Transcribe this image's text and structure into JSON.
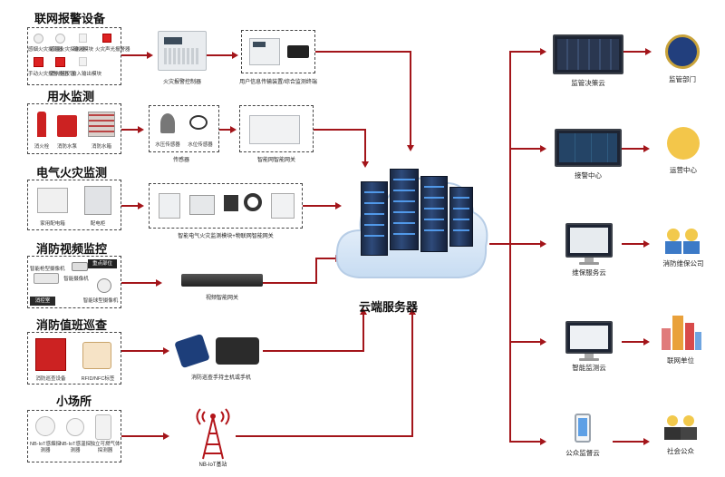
{
  "sections": {
    "alarm": {
      "title": "联网报警设备",
      "devices": [
        "感烟火灾探测器",
        "感温火灾探测器",
        "输入模块",
        "火灾声光报警器",
        "手动火灾报警按钮",
        "消火栓按钮",
        "输入输出模块"
      ],
      "controller": "火灾报警控制器",
      "transmission": "用户信息传输装置/综合监测终端"
    },
    "water": {
      "title": "用水监测",
      "devices": [
        "消火栓",
        "消防水泵",
        "消防水箱"
      ],
      "sensors": [
        "水压传感器",
        "水位传感器"
      ],
      "sensors_caption": "传感器",
      "gateway": "智能网智能网关"
    },
    "electric": {
      "title": "电气火灾监测",
      "devices": [
        "家用配电箱",
        "配电柜"
      ],
      "module": "智能电气火灾监测模块+物联网智能网关"
    },
    "video": {
      "title": "消防视频监控",
      "cams": [
        "智能枪型摄像机",
        "智能摄像机",
        "智能球型摄像机"
      ],
      "badge": "重点部位",
      "room": "消控室",
      "gateway": "视频智能网关"
    },
    "patrol": {
      "title": "消防值班巡查",
      "devices": [
        "消防巡查设备",
        "RFID/NFC标签"
      ],
      "handheld": "消防巡查手持主机或手机"
    },
    "small": {
      "title": "小场所",
      "devices": [
        "NB-IoT感烟探测器",
        "NB-IoT感温探测器",
        "独立可燃气体探测器"
      ],
      "station": "NB-IoT基站"
    }
  },
  "server": {
    "label": "云端服务器"
  },
  "platforms": [
    {
      "label": "监管决策云",
      "target": "监管部门"
    },
    {
      "label": "接警中心",
      "target": "运营中心"
    },
    {
      "label": "维保服务云",
      "target": "消防维保公司"
    },
    {
      "label": "智能监测云",
      "target": "联网单位"
    },
    {
      "label": "公众监督云",
      "target": "社会公众"
    }
  ],
  "colors": {
    "arrow": "#a3151a",
    "cloud": "#dbe9f7"
  }
}
